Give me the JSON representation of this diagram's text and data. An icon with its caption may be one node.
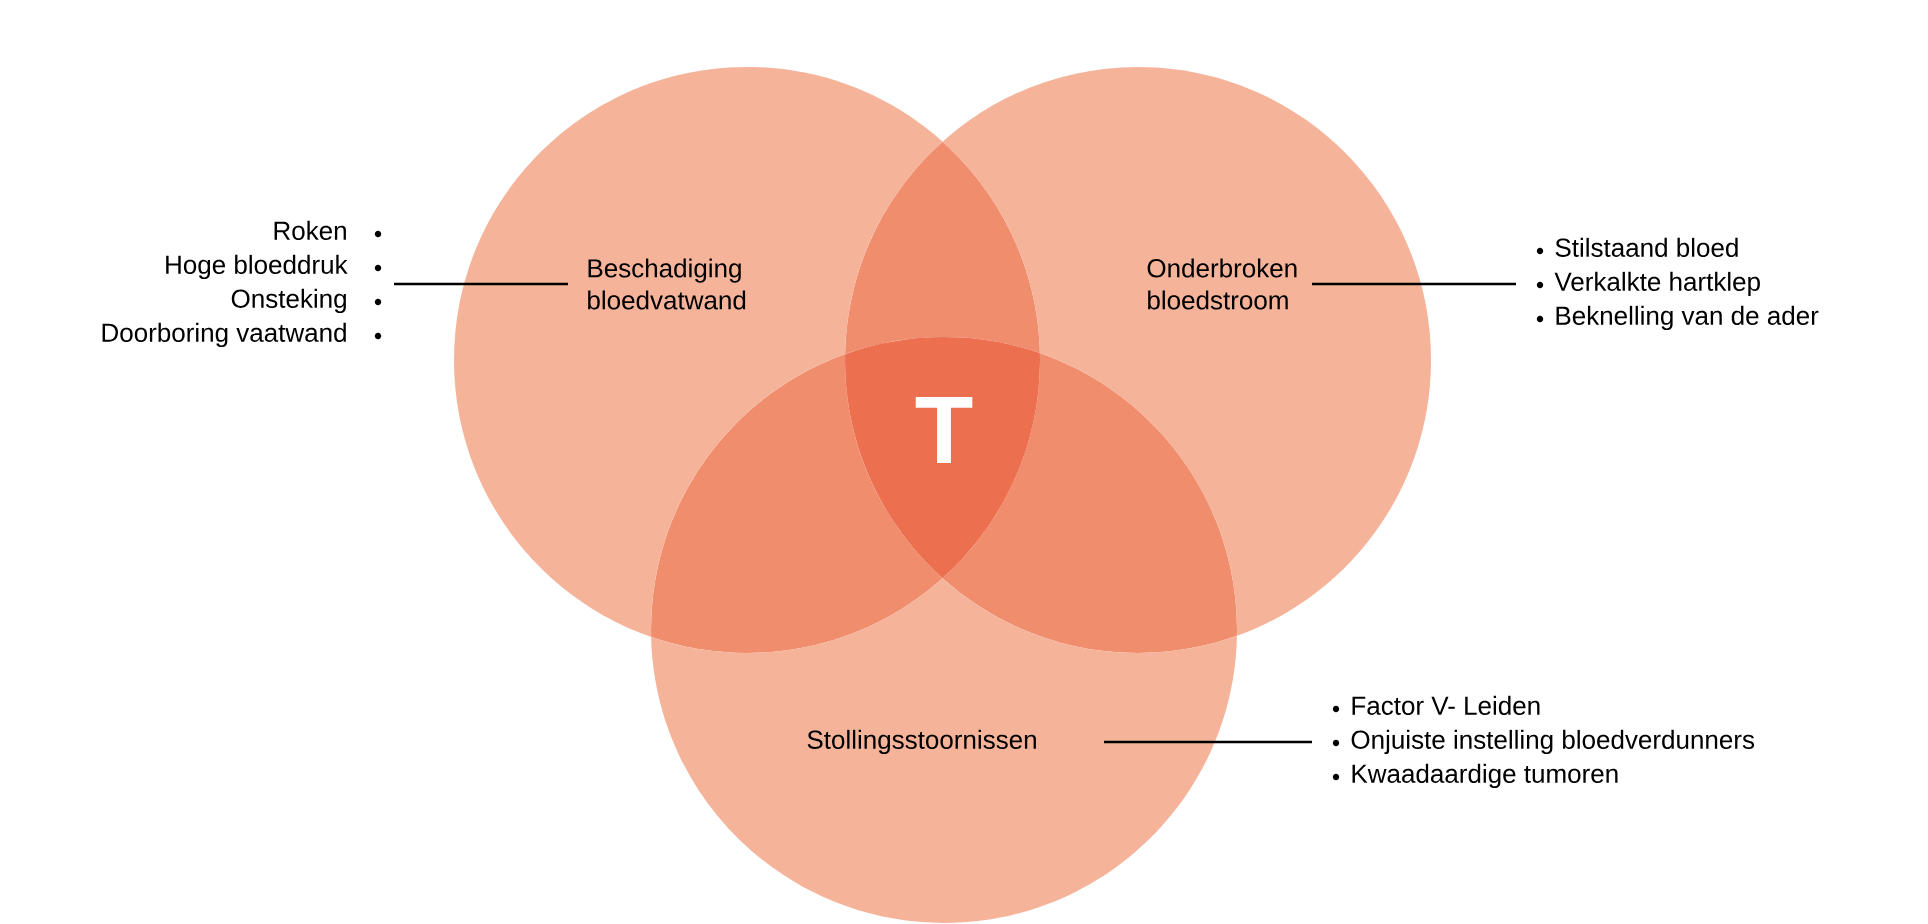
{
  "diagram": {
    "nodes": [
      {
        "text": [
          "Beschadiging bloedvatwand"
        ]
      },
      {
        "text": [
          "Onderbroken bloedstroom"
        ]
      },
      {
        "text": [
          "Stollingsstoornissen"
        ]
      },
      {
        "text": [
          "T"
        ]
      },
      {
        "text": [
          "Roken",
          "Hoge bloeddruk",
          "Onsteking",
          "Doorboring vaatwand"
        ]
      },
      {
        "text": [
          "Stilstaand bloed",
          "Verkalkte hartklep",
          "Beknelling van de ader"
        ]
      },
      {
        "text": [
          "Factor V- Leiden",
          "Onjuiste instelling bloedverdunners",
          "Kwaadaardige tumoren"
        ]
      }
    ],
    "edges": [
      {
        "from": 0,
        "to": 4,
        "arrow": "none"
      },
      {
        "from": 1,
        "to": 5,
        "arrow": "none"
      },
      {
        "from": 2,
        "to": 6,
        "arrow": "none"
      }
    ]
  }
}
